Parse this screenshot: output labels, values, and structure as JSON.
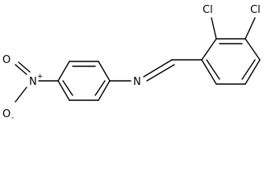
{
  "molecule": {
    "atoms": {
      "cl_top_left": "Cl",
      "cl_top_right": "Cl",
      "imine_n": "N",
      "nitro_n": "N",
      "nitro_n_charge": "+",
      "nitro_o_top": "O",
      "nitro_o_bottom": "O",
      "nitro_o_bottom_charge": "-"
    },
    "colors": {
      "line": "#000000",
      "background": "#ffffff"
    }
  }
}
